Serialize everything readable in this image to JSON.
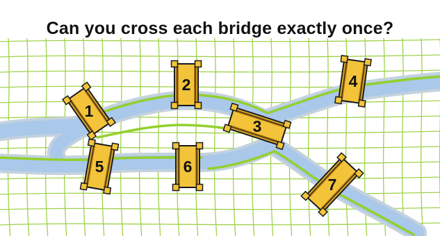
{
  "title": "Can you cross each bridge exactly once?",
  "bridges": [
    {
      "label": "1"
    },
    {
      "label": "2"
    },
    {
      "label": "3"
    },
    {
      "label": "4"
    },
    {
      "label": "5"
    },
    {
      "label": "6"
    },
    {
      "label": "7"
    }
  ],
  "colors": {
    "water": "#a9c8ea",
    "water_edge": "#c4d2de",
    "bank": "#93d02c",
    "grid": "#9fd24a",
    "bridge": "#f3c33a",
    "bridge_dark": "#b77f12",
    "outline": "#1a1a1a"
  }
}
